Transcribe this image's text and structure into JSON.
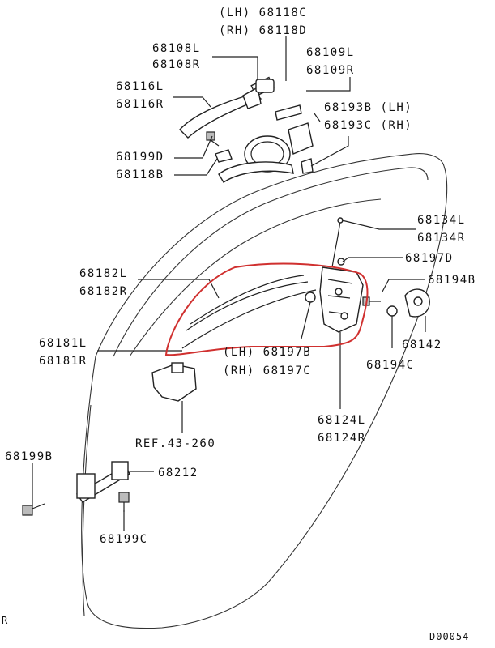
{
  "labels": {
    "p68118c": "(LH) 68118C",
    "p68118d": "(RH) 68118D",
    "p68108l": "68108L",
    "p68108r": "68108R",
    "p68109l": "68109L",
    "p68109r": "68109R",
    "p68116l": "68116L",
    "p68116r": "68116R",
    "p68193b": "68193B (LH)",
    "p68193c": "68193C (RH)",
    "p68199d": "68199D",
    "p68118b": "68118B",
    "p68134l": "68134L",
    "p68134r": "68134R",
    "p68197d": "68197D",
    "p68182l": "68182L",
    "p68182r": "68182R",
    "p68194b": "68194B",
    "p68142": "68142",
    "p68181l": "68181L",
    "p68181r": "68181R",
    "p68197b": "(LH) 68197B",
    "p68197c": "(RH) 68197C",
    "p68194c": "68194C",
    "p68124l": "68124L",
    "p68124r": "68124R",
    "ref": "REF.43-260",
    "p68199b": "68199B",
    "p68212": "68212",
    "p68199c": "68199C",
    "figure_id": "D00054",
    "corner_mark": "R"
  },
  "colors": {
    "highlight": "#d0302f",
    "line": "#222222"
  }
}
